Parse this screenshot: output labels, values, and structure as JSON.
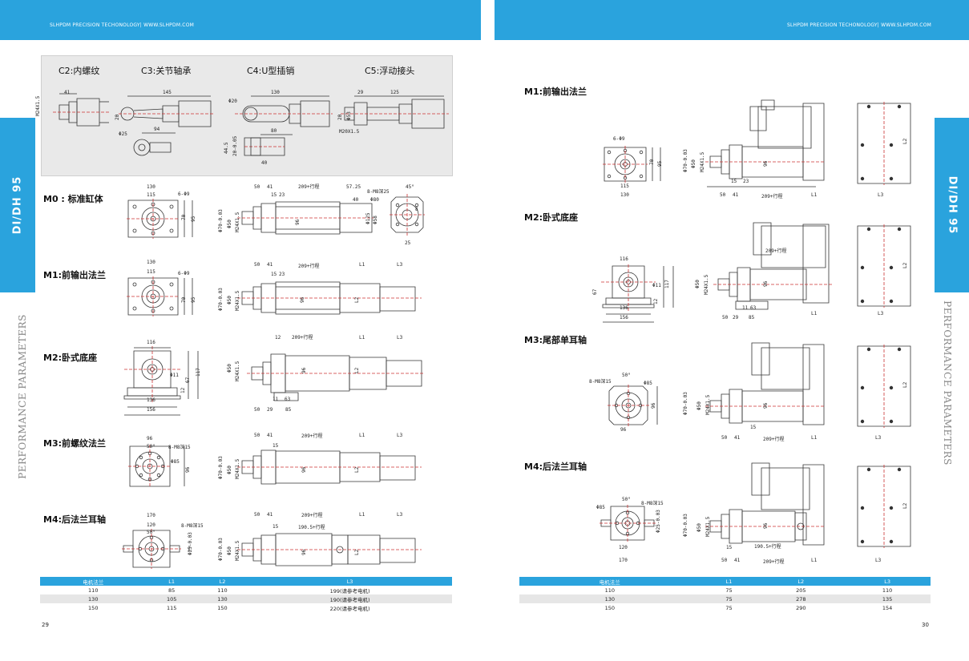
{
  "header": {
    "brand": "SLHPDM PRECISION TECHONOLOGY|  WWW.SLHPDM.COM"
  },
  "side_tab": "DI/DH 95",
  "side_text": "PERFORMANCE PARAMETERS",
  "left": {
    "connectors": [
      "C2:内螺纹",
      "C3:关节轴承",
      "C4:U型插销",
      "C5:浮动接头"
    ],
    "connector_dims": {
      "c2": [
        "41",
        "M24X1.5"
      ],
      "c3": [
        "145",
        "20",
        "Φ25",
        "94"
      ],
      "c4": [
        "130",
        "Φ20",
        "80",
        "44.5",
        "20-0.05",
        "40"
      ],
      "c5": [
        "29",
        "125",
        "20",
        "Φ53",
        "M20X1.5"
      ]
    },
    "sections": [
      {
        "label": "M0 : 标准缸体",
        "dims": [
          "130",
          "115",
          "6-Φ9",
          "70",
          "95",
          "50",
          "41",
          "209+行程",
          "15",
          "23",
          "57.25",
          "40",
          "8-M8深25",
          "45°",
          "Φ80",
          "Φ70-0.03",
          "Φ50",
          "M24X1.5",
          "96",
          "Φ125",
          "Φ58",
          "8",
          "25"
        ]
      },
      {
        "label": "M1:前输出法兰",
        "dims": [
          "130",
          "115",
          "6-Φ9",
          "70",
          "95",
          "50",
          "41",
          "209+行程",
          "15",
          "23",
          "L1",
          "L3",
          "Φ70-0.03",
          "Φ50",
          "M24X1.5",
          "96",
          "L2"
        ]
      },
      {
        "label": "M2:卧式底座",
        "dims": [
          "116",
          "Φ11",
          "67",
          "117",
          "12",
          "136",
          "156",
          "12",
          "209+行程",
          "L1",
          "L3",
          "Φ50",
          "M24X1.5",
          "96",
          "L2",
          "11",
          "63",
          "50",
          "29",
          "85"
        ]
      },
      {
        "label": "M3:前螺纹法兰",
        "dims": [
          "96",
          "50°",
          "8-M8深15",
          "Φ85",
          "96",
          "50",
          "41",
          "209+行程",
          "L1",
          "L3",
          "15",
          "Φ70-0.03",
          "Φ50",
          "M24X1.5",
          "96",
          "L2"
        ]
      },
      {
        "label": "M4:后法兰耳轴",
        "dims": [
          "170",
          "120",
          "50°",
          "8-M8深15",
          "Φ25-0.03",
          "50",
          "41",
          "209+行程",
          "L1",
          "L3",
          "15",
          "190.5+行程",
          "Φ70-0.03",
          "Φ50",
          "M24X1.5",
          "96",
          "L2"
        ]
      }
    ],
    "table": {
      "headers": [
        "电机法兰",
        "L1",
        "L2",
        "L3"
      ],
      "rows": [
        [
          "110",
          "85",
          "110",
          "199(请参考电机)"
        ],
        [
          "130",
          "105",
          "130",
          "190(请参考电机)"
        ],
        [
          "150",
          "115",
          "150",
          "220(请参考电机)"
        ]
      ]
    },
    "page_number": "29"
  },
  "right": {
    "sections": [
      {
        "label": "M1:前输出法兰",
        "dims": [
          "6-Φ9",
          "115",
          "130",
          "Φ70-0.03",
          "Φ50",
          "M24X1.5",
          "96",
          "95",
          "70",
          "15",
          "23",
          "50",
          "41",
          "209+行程",
          "L1",
          "L3",
          "L2"
        ]
      },
      {
        "label": "M2:卧式底座",
        "dims": [
          "116",
          "Φ11",
          "117",
          "67",
          "12",
          "136",
          "156",
          "Φ50",
          "M24X1.5",
          "96",
          "209+行程",
          "11",
          "63",
          "50",
          "29",
          "85",
          "L1",
          "L3",
          "L2"
        ]
      },
      {
        "label": "M3:尾部单耳轴",
        "dims": [
          "8-M8深15",
          "50°",
          "Φ85",
          "96",
          "96",
          "Φ70-0.03",
          "Φ50",
          "M24X1.5",
          "96",
          "15",
          "209+行程",
          "50",
          "41",
          "L1",
          "L3",
          "L2"
        ]
      },
      {
        "label": "M4:后法兰耳轴",
        "dims": [
          "Φ85",
          "50°",
          "8-M8深15",
          "Φ25-0.03",
          "120",
          "170",
          "Φ70-0.03",
          "Φ50",
          "M24X1.5",
          "96",
          "15",
          "190.5+行程",
          "50",
          "41",
          "209+行程",
          "L1",
          "L3",
          "L2"
        ]
      }
    ],
    "table": {
      "headers": [
        "电机法兰",
        "L1",
        "L2",
        "L3"
      ],
      "rows": [
        [
          "110",
          "75",
          "205",
          "110"
        ],
        [
          "130",
          "75",
          "278",
          "135"
        ],
        [
          "150",
          "75",
          "290",
          "154"
        ]
      ]
    },
    "page_number": "30"
  }
}
